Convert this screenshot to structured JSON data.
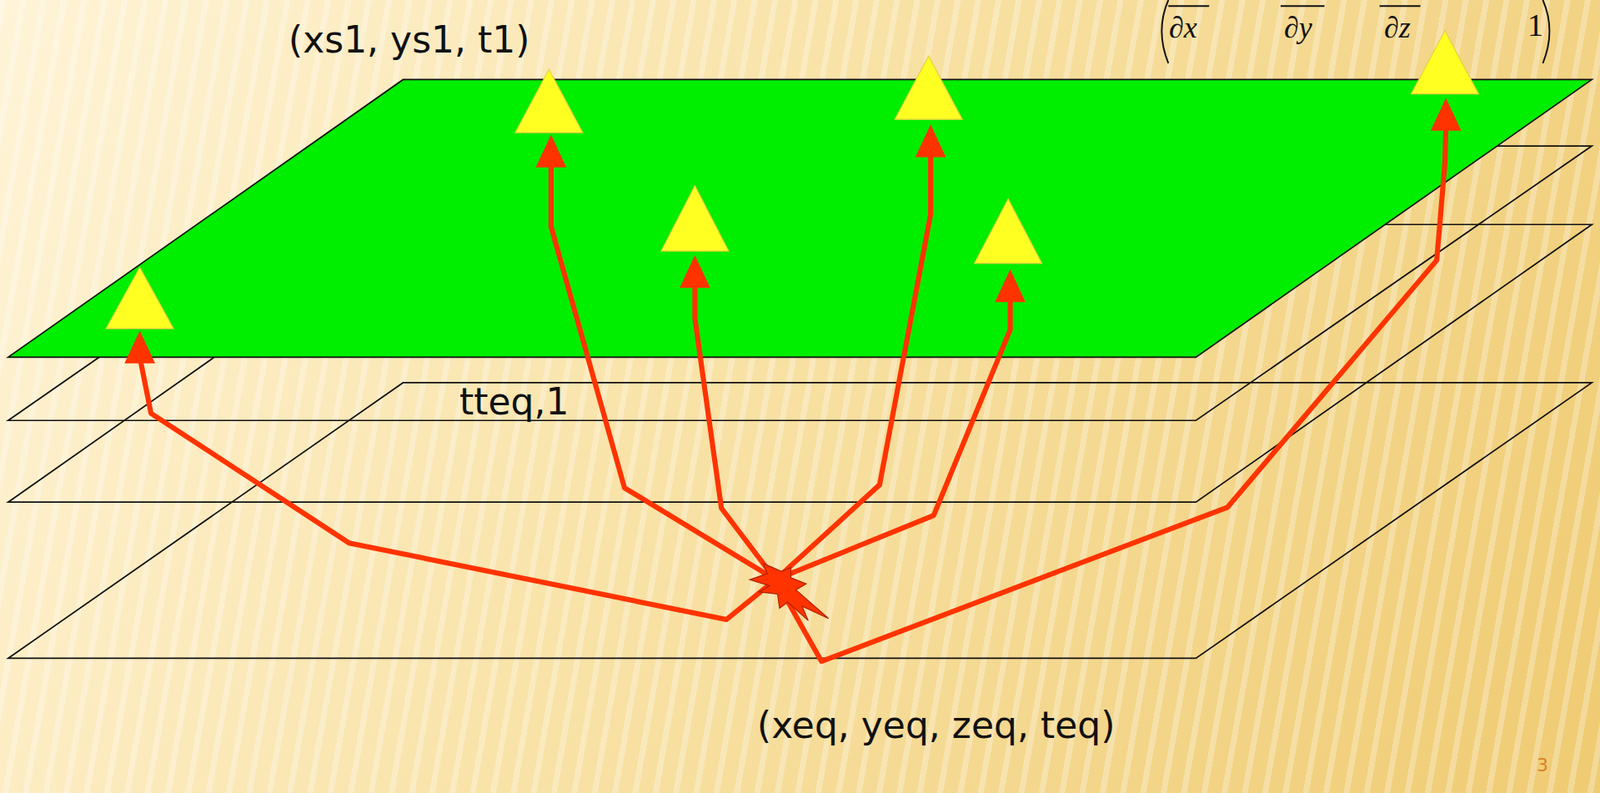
{
  "diagram": {
    "labels": [
      "(xs1, ys1, t1)",
      "tteq,1",
      "(xeq, yeq, zeq, teq)",
      "3",
      "∂x",
      "∂y",
      "∂z",
      "1"
    ]
  }
}
